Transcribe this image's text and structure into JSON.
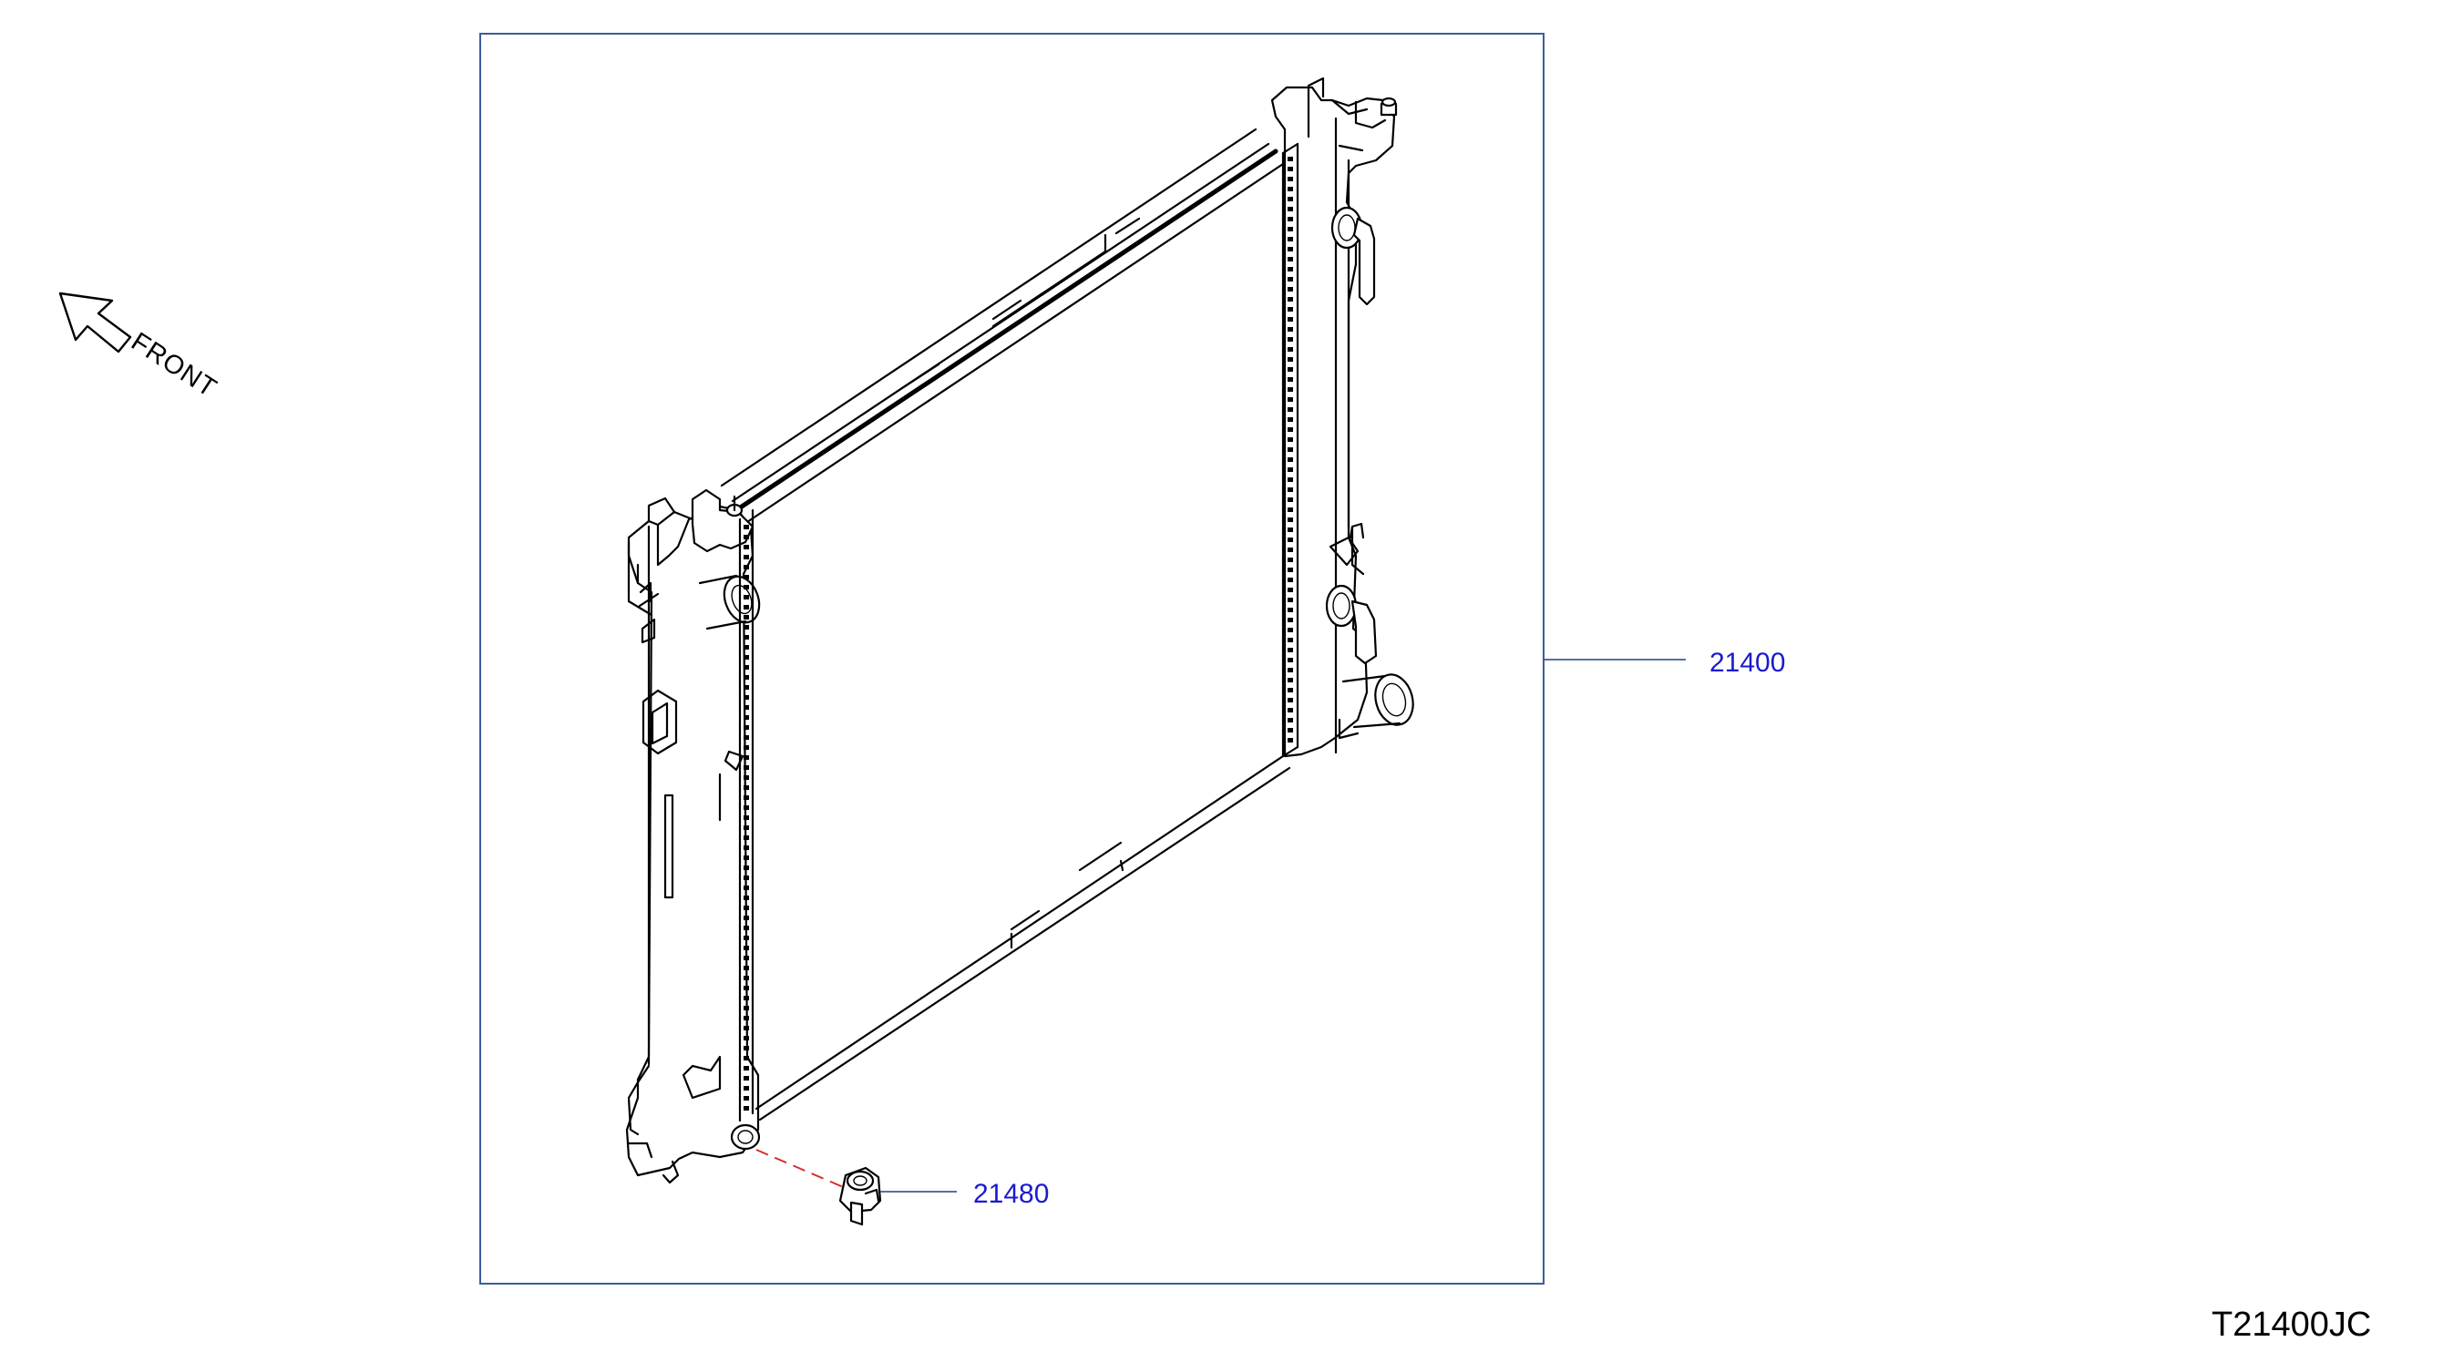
{
  "orientation": {
    "label": "FRONT"
  },
  "callouts": [
    {
      "part_number": "21400"
    },
    {
      "part_number": "21480"
    }
  ],
  "diagram_code": "T21400JC",
  "colors": {
    "frame": "#3a5c9c",
    "callout_text": "#1a1ad0",
    "dash_line": "#d83030",
    "drawing": "#000000"
  }
}
